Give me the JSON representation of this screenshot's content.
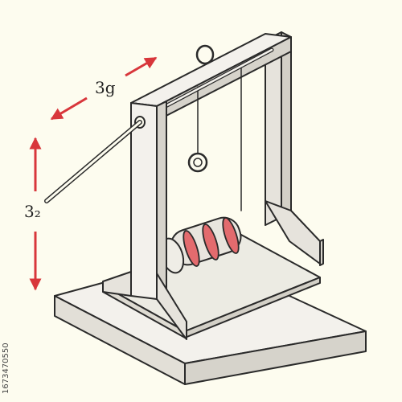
{
  "labels": {
    "horizontal_dimension": "3g",
    "vertical_dimension": "3₂"
  },
  "watermark": {
    "id_text": "1673470550"
  },
  "colors": {
    "background": "#fdfcef",
    "frame_fill": "#e6e3dc",
    "frame_light": "#f3f1ec",
    "outline": "#2a2a2a",
    "arrow": "#d8363b",
    "bands": "#e36b6e"
  }
}
